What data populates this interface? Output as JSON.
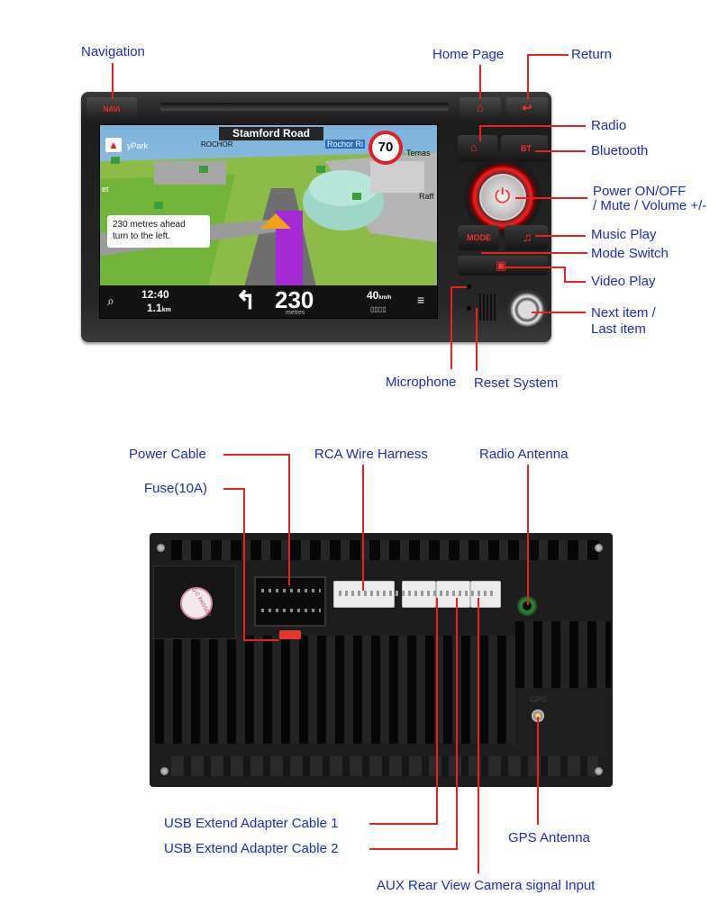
{
  "front_labels": {
    "navigation": "Navigation",
    "home_page": "Home Page",
    "return": "Return",
    "radio": "Radio",
    "bluetooth": "Bluetooth",
    "power_line1": "Power ON/OFF",
    "power_line2": "/ Mute / Volume +/-",
    "music_play": "Music Play",
    "mode_switch": "Mode Switch",
    "video_play": "Video Play",
    "next_line1": "Next item /",
    "next_line2": "Last item",
    "microphone": "Microphone",
    "reset_system": "Reset System"
  },
  "device_buttons": {
    "navi": "NAVI",
    "bt": "BT",
    "mode": "MODE"
  },
  "screen": {
    "street": "Stamford Road",
    "speed_limit": "70",
    "instruction_line1": "230 metres ahead",
    "instruction_line2": "turn to the left.",
    "time": "12:40",
    "distance_left": "1.1",
    "distance_unit": "km",
    "next_turn_distance": "230",
    "next_turn_unit": "metres",
    "speed": "40",
    "speed_unit": "km/h",
    "map_labels": [
      "yPark",
      "ROCHOR",
      "Rochor Ri",
      "Temas",
      "Raff",
      "et"
    ]
  },
  "rear_labels": {
    "power_cable": "Power Cable",
    "fuse": "Fuse(10A)",
    "rca": "RCA Wire Harness",
    "radio_antenna": "Radio Antenna",
    "usb1": "USB Extend Adapter Cable 1",
    "usb2": "USB Extend Adapter Cable 2",
    "gps_antenna": "GPS Antenna",
    "aux": "AUX Rear View Camera signal Input"
  },
  "rear_marks": {
    "qc_sticker": "Q.C PASSED",
    "gps_port": "GPS"
  },
  "colors": {
    "label": "#1a2cc8",
    "leader": "#e8211b",
    "button_glow": "#ff2020"
  }
}
